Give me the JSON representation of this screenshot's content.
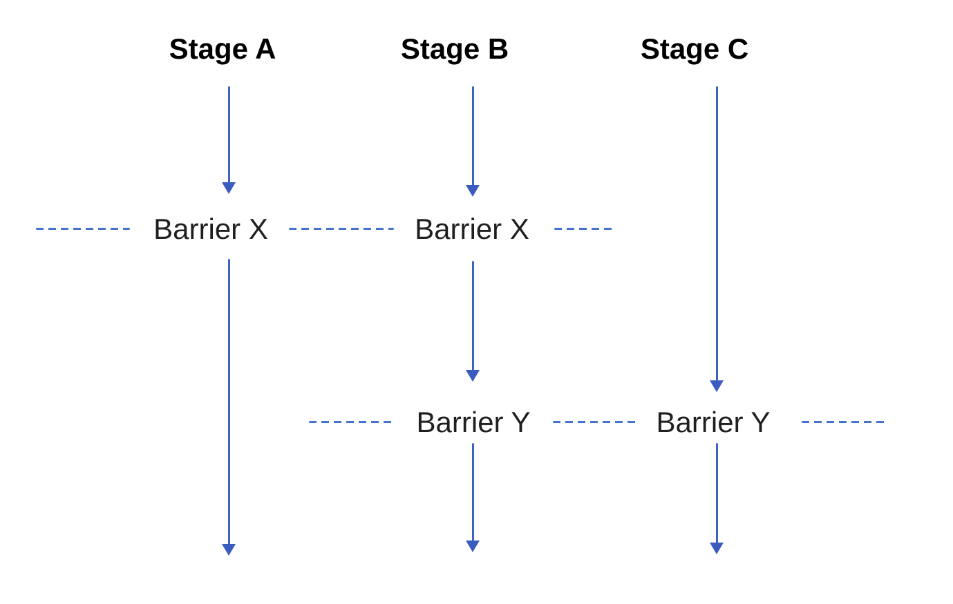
{
  "diagram": {
    "title_hint": "Three parallel stages with synchronization barriers",
    "labels": {
      "stage_a": "Stage A",
      "stage_b": "Stage B",
      "stage_c": "Stage C",
      "barrier_x_1": "Barrier X",
      "barrier_x_2": "Barrier X",
      "barrier_y_1": "Barrier Y",
      "barrier_y_2": "Barrier Y"
    },
    "colors": {
      "arrow_line": "#3e62c2",
      "arrow_head": "#3a5cbe",
      "dash": "#4472cc",
      "stage_text": "#000000",
      "barrier_text": "#1f1f1f",
      "background": "#ffffff"
    },
    "structure": {
      "columns": [
        {
          "stage": "Stage A",
          "passes_barriers": [
            "Barrier X"
          ]
        },
        {
          "stage": "Stage B",
          "passes_barriers": [
            "Barrier X",
            "Barrier Y"
          ]
        },
        {
          "stage": "Stage C",
          "passes_barriers": [
            "Barrier Y"
          ]
        }
      ]
    }
  }
}
